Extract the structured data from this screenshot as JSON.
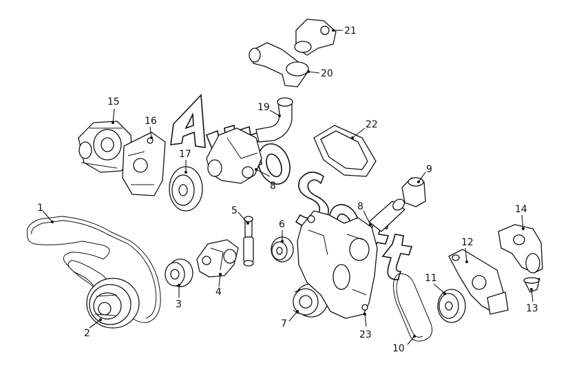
{
  "diagram": {
    "callouts": [
      "1",
      "2",
      "3",
      "4",
      "5",
      "6",
      "7",
      "8",
      "8",
      "9",
      "10",
      "11",
      "12",
      "13",
      "14",
      "15",
      "16",
      "17",
      "19",
      "20",
      "21",
      "22",
      "23"
    ],
    "watermark": "AutoSoft"
  }
}
